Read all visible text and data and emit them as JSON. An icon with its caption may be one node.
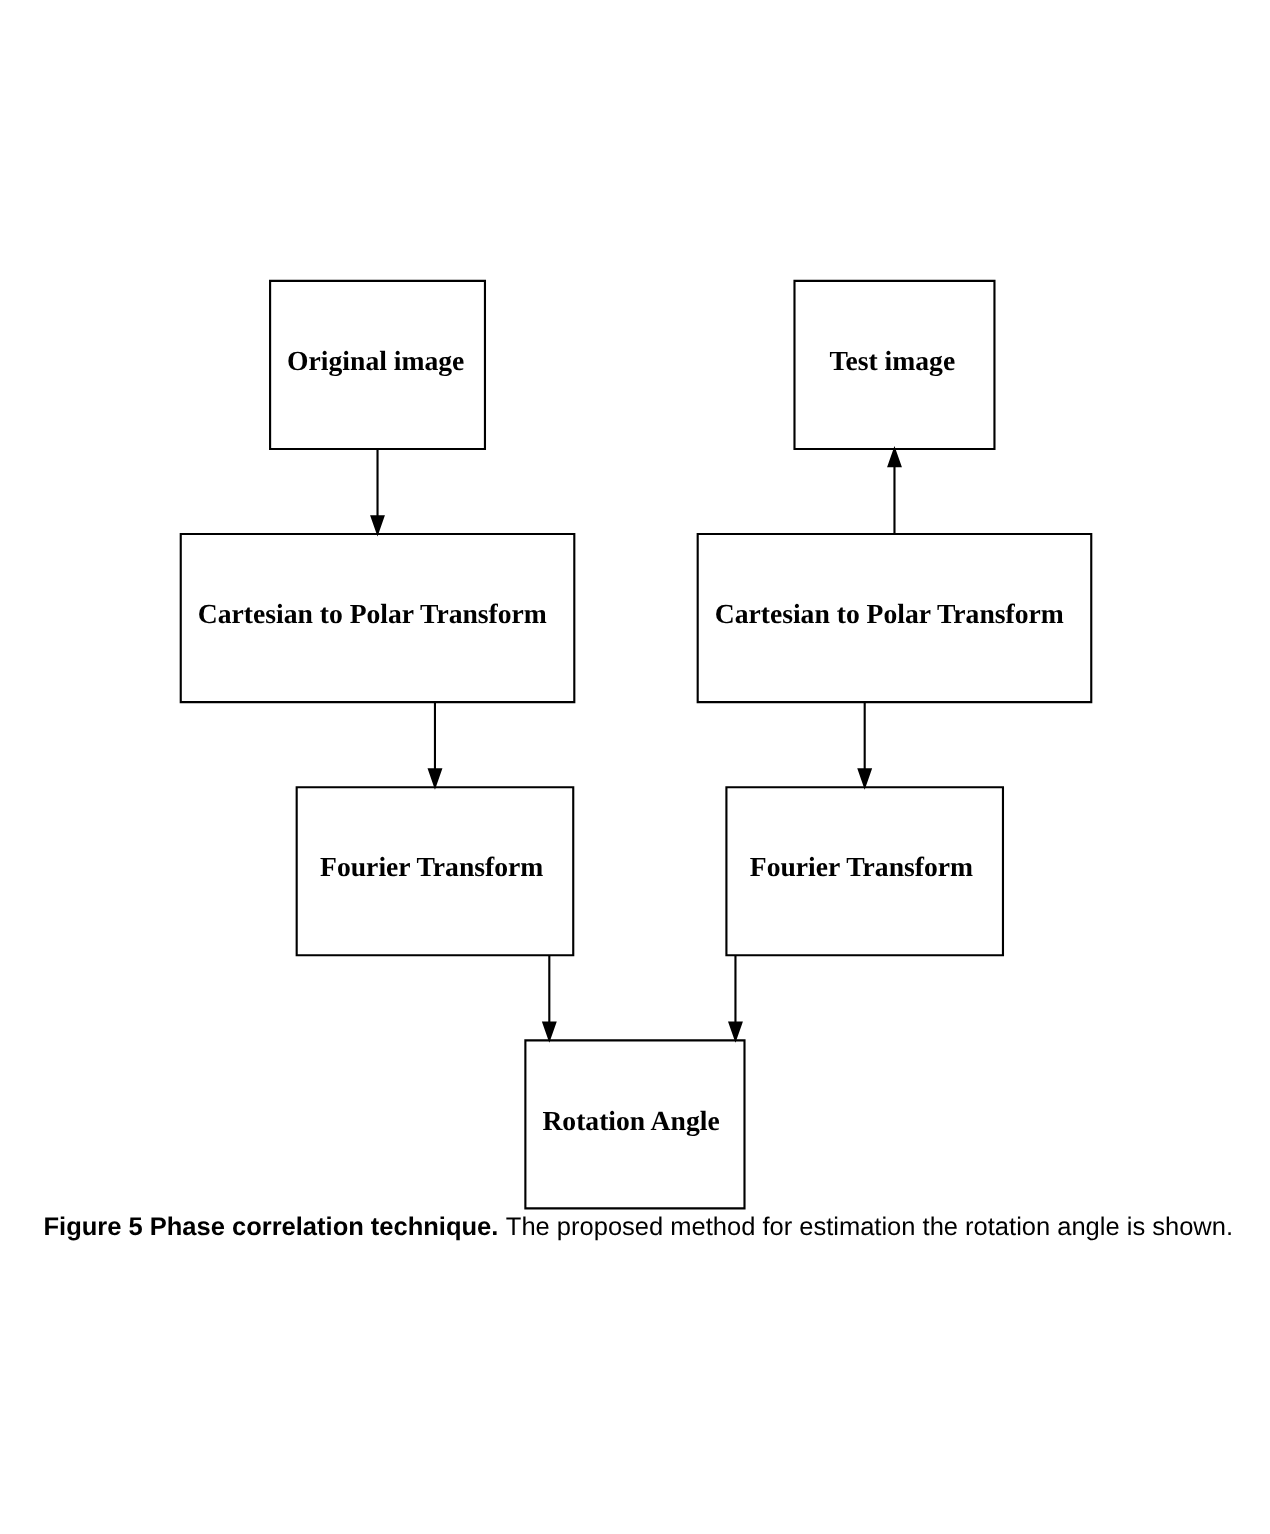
{
  "diagram": {
    "caption": "**Figure 5 Phase correlation technique.** The proposed method for estimation the rotation angle is shown.",
    "nodes": [
      {
        "text": [
          "Original image"
        ]
      },
      {
        "text": [
          "Test image"
        ]
      },
      {
        "text": [
          "Cartesian to Polar Transform"
        ]
      },
      {
        "text": [
          "Cartesian to Polar Transform"
        ]
      },
      {
        "text": [
          "Fourier Transform"
        ]
      },
      {
        "text": [
          "Fourier Transform"
        ]
      },
      {
        "text": [
          "Rotation Angle"
        ]
      }
    ],
    "edges": [
      {
        "from": 0,
        "to": 2,
        "arrow": "to"
      },
      {
        "from": 3,
        "to": 1,
        "arrow": "to"
      },
      {
        "from": 2,
        "to": 4,
        "arrow": "to"
      },
      {
        "from": 3,
        "to": 5,
        "arrow": "to"
      },
      {
        "from": 4,
        "to": 6,
        "arrow": "to"
      },
      {
        "from": 5,
        "to": 6,
        "arrow": "to"
      }
    ]
  }
}
